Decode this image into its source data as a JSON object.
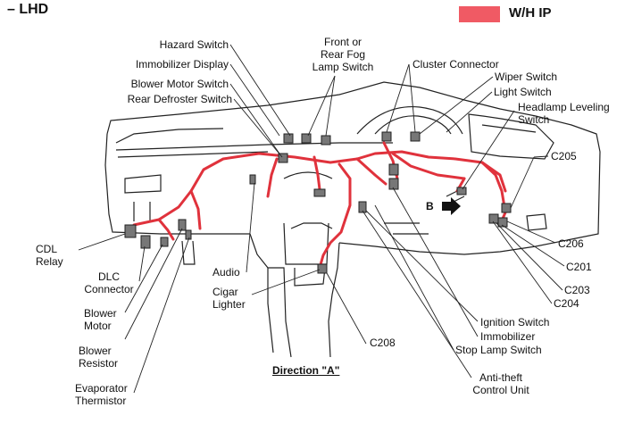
{
  "header": {
    "title": "– LHD"
  },
  "legend": {
    "label": "W/H  IP",
    "color": "#f05a64"
  },
  "view_marker": "B",
  "direction_label": "Direction \"A\"",
  "labels": {
    "hazard_switch": "Hazard Switch",
    "immobilizer_display": "Immobilizer Display",
    "blower_motor_switch": "Blower Motor Switch",
    "rear_defroster_switch": "Rear Defroster Switch",
    "fog_lamp_switch": "Front or\nRear Fog\nLamp Switch",
    "cluster_connector": "Cluster Connector",
    "wiper_switch": "Wiper Switch",
    "light_switch": "Light Switch",
    "headlamp_leveling_switch": "Headlamp Leveling\nSwitch",
    "c205": "C205",
    "c206": "C206",
    "c201": "C201",
    "c203": "C203",
    "c204": "C204",
    "cdl_relay": "CDL\nRelay",
    "dlc_connector": "DLC\nConnector",
    "blower_motor": "Blower\nMotor",
    "blower_resistor": "Blower\nResistor",
    "evaporator_thermistor": "Evaporator\nThermistor",
    "audio": "Audio",
    "cigar_lighter": "Cigar\nLighter",
    "c208": "C208",
    "ignition_switch": "Ignition Switch",
    "immobilizer": "Immobilizer",
    "stop_lamp_switch": "Stop Lamp Switch",
    "anti_theft_control_unit": "Anti-theft\nControl Unit"
  }
}
